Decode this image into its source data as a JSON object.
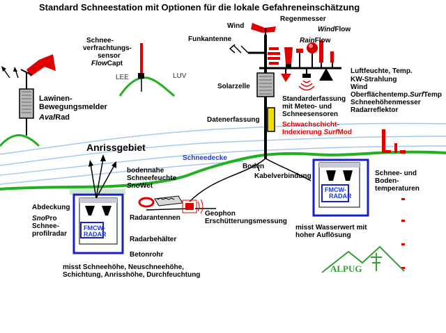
{
  "title": "Standard Schneestation mit Optionen für die lokale Gefahreneinschätzung",
  "labels": {
    "wind": "Wind",
    "regenmesser": "Regenmesser",
    "windflow_a": "Wind",
    "windflow_b": "Flow",
    "rainflow_a": "Rain",
    "rainflow_b": "Flow",
    "funkantenne": "Funkantenne",
    "solarzelle": "Solarzelle",
    "datenerfassung": "Datenerfassung",
    "flowcapt_1": "Schnee-",
    "flowcapt_2": "verfrachtungs-",
    "flowcapt_3": "sensor",
    "flowcapt_4a": "Flow",
    "flowcapt_4b": "Capt",
    "lee": "LEE",
    "luv": "LUV",
    "lawinen_1": "Lawinen-",
    "lawinen_2": "Bewegungsmelder",
    "avalrad_a": "Aval",
    "avalrad_b": "Rad",
    "sensors_1": "Luftfeuchte, Temp.",
    "sensors_2": "KW-Strahlung",
    "sensors_3": "Wind",
    "sensors_4a": "Oberflächentemp.",
    "sensors_4b": "Surf",
    "sensors_4c": "Temp",
    "sensors_5": "Schneehöhenmesser",
    "sensors_6": "Radarreflektor",
    "standard_1": "Standarderfassung",
    "standard_2": "mit Meteo- und",
    "standard_3": "Schneesensoren",
    "schwach_1": "Schwachschicht-",
    "schwach_2a": "Indexierung ",
    "schwach_2b": "Surf",
    "schwach_2c": "Mod",
    "anrissgebiet": "Anrissgebiet",
    "schneedecke": "Schneedecke",
    "boden": "Boden",
    "kabel": "Kabelverbindung",
    "snowet_1": "bodennahe",
    "snowet_2": "Schneefeuchte",
    "snowet_3a": "Sno",
    "snowet_3b": "Wet",
    "abdeckung": "Abdeckung",
    "snopro_a": "Sno",
    "snopro_b": "Pro",
    "snopro_2": "Schnee-",
    "snopro_3": "profilradar",
    "radarantennen": "Radarantennen",
    "geophon_1": "Geophon",
    "geophon_2": "Erschütterungsmessung",
    "radarbehaelter": "Radarbehälter",
    "betonrohr": "Betonrohr",
    "misst_1": "misst Schneehöhe, Neuschneehöhe,",
    "misst_2": "Schichtung, Anrisshöhe, Durchfeuchtung",
    "fmcw_left_1": "FMCW-",
    "fmcw_left_2": "RADAR",
    "fmcw_right_1": "FMCW-",
    "fmcw_right_2": "RADAR",
    "boden_temp_1": "Schnee- und",
    "boden_temp_2": "Boden-",
    "boden_temp_3": "temperaturen",
    "wasserwert_1": "misst Wasserwert mit",
    "wasserwert_2": "hoher Auflösung",
    "logo": "ALPUG"
  },
  "colors": {
    "snow_lines": "#a8c8f0",
    "ground": "#20b020",
    "radar_box": "#1a20c8",
    "red": "#e00000",
    "logo_green": "#30a030"
  }
}
